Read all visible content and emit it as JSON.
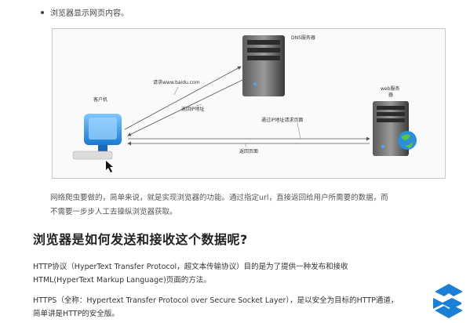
{
  "bullet": {
    "text": "浏览器显示网页内容。"
  },
  "diagram": {
    "dns_label": "DNS服务器",
    "client_label": "客户机",
    "web_label_line1": "web服务",
    "web_label_line2": "器",
    "request_domain": "请求www.baidu.com",
    "return_ip": "返回IP地址",
    "request_page": "通过IP地址请求页面",
    "return_page": "返回页面"
  },
  "paragraph": {
    "line1": "网络爬虫要做的，简单来说，就是实现浏览器的功能。通过指定url，直接返回给用户所需要的数据，而",
    "line2": "不需要一步步人工去操纵浏览器获取。"
  },
  "heading": {
    "text": "浏览器是如何发送和接收这个数据呢?"
  },
  "http_paragraph": {
    "line1": "HTTP协议（HyperText Transfer Protocol，超文本传输协议）目的是为了提供一种发布和接收",
    "line2": "HTML(HyperText Markup Language)页面的方法。"
  },
  "https_paragraph": {
    "line1": "HTTPS（全称：Hypertext Transfer Protocol over Secure Socket Layer），是以安全为目标的HTTP通道，",
    "line2": "简单讲是HTTP的安全版。"
  },
  "colors": {
    "logo_blue": "#1c7fd6",
    "arrow": "#555555"
  }
}
